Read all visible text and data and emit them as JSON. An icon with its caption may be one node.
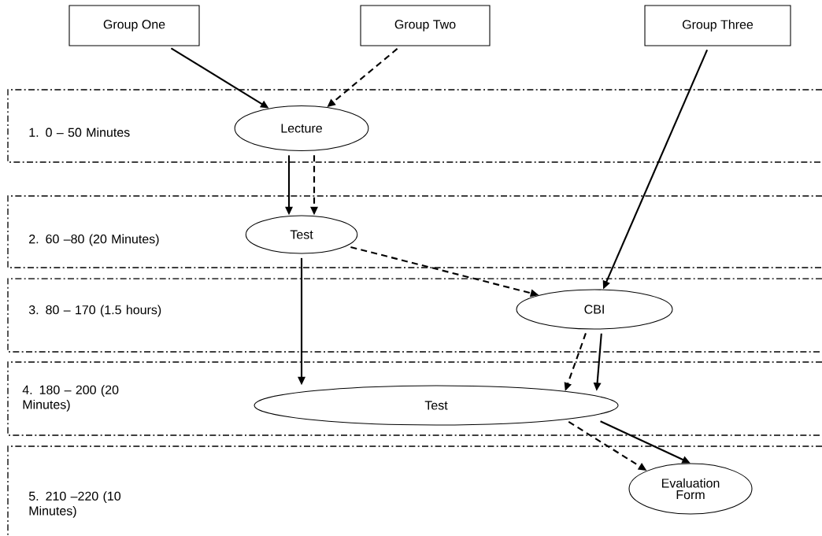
{
  "diagram": {
    "nodes": [
      {
        "text": [
          "Group One"
        ]
      },
      {
        "text": [
          "Group Two"
        ]
      },
      {
        "text": [
          "Group Three"
        ]
      },
      {
        "text": [
          "1. 0 – 50 Minutes"
        ]
      },
      {
        "text": [
          "Lecture"
        ],
        "in": 3
      },
      {
        "text": [
          "2. 60 –80 (20 Minutes)"
        ]
      },
      {
        "text": [
          "Test"
        ],
        "in": 5
      },
      {
        "text": [
          "3. 80 – 170 (1.5 hours)"
        ]
      },
      {
        "text": [
          "CBI"
        ],
        "in": 7
      },
      {
        "text": [
          "4. 180 – 200 (20 Minutes)"
        ]
      },
      {
        "text": [
          "Test"
        ],
        "in": 9
      },
      {
        "text": [
          "5. 210 –220 (10 Minutes)"
        ]
      },
      {
        "text": [
          "Evaluation Form"
        ],
        "in": 11
      }
    ],
    "edges": [
      {
        "from": 0,
        "to": 4,
        "arrow": "to"
      },
      {
        "from": 1,
        "to": 4,
        "arrow": "to",
        "style": "dashed"
      },
      {
        "from": 2,
        "to": 8,
        "arrow": "to"
      },
      {
        "from": 4,
        "to": 6,
        "arrow": "to"
      },
      {
        "from": 4,
        "to": 6,
        "arrow": "to",
        "style": "dashed"
      },
      {
        "from": 6,
        "to": 8,
        "arrow": "to",
        "style": "dashed"
      },
      {
        "from": 6,
        "to": 10,
        "arrow": "to"
      },
      {
        "from": 8,
        "to": 10,
        "arrow": "to",
        "style": "dashed"
      },
      {
        "from": 8,
        "to": 10,
        "arrow": "to"
      },
      {
        "from": 10,
        "to": 12,
        "arrow": "to",
        "style": "dashed"
      },
      {
        "from": 10,
        "to": 12,
        "arrow": "to"
      }
    ]
  }
}
